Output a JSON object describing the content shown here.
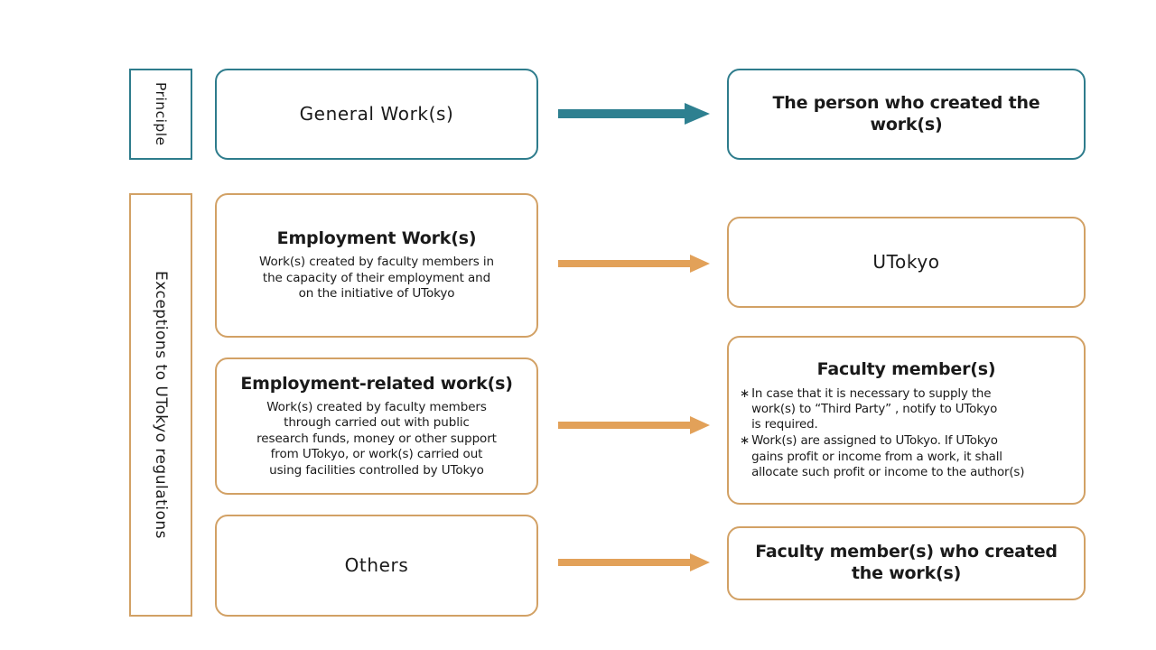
{
  "categories": [
    {
      "id": "principle",
      "label": "Principle",
      "color": "#2E7C8C"
    },
    {
      "id": "exceptions",
      "label": "Exceptions to UTokyo regulations",
      "color": "#D2A165"
    }
  ],
  "left_boxes": [
    {
      "id": "general",
      "title": "General Work(s)",
      "body": [],
      "color": "#2E7C8C"
    },
    {
      "id": "employment",
      "title": "Employment Work(s)",
      "body": [
        "Work(s) created by faculty members in",
        "the capacity of their employment and",
        "on the initiative of UTokyo"
      ],
      "color": "#D2A165"
    },
    {
      "id": "employment-related",
      "title": "Employment-related work(s)",
      "body": [
        "Work(s) created by faculty members",
        "through carried out with public",
        "research funds, money or other support",
        "from UTokyo, or work(s) carried out",
        "using facilities controlled by UTokyo"
      ],
      "color": "#D2A165"
    },
    {
      "id": "others",
      "title": "Others",
      "body": [],
      "color": "#D2A165"
    }
  ],
  "right_boxes": [
    {
      "id": "person",
      "title_lines": [
        "The person who",
        "created the work(s)"
      ],
      "color": "#2E7C8C"
    },
    {
      "id": "utokyo",
      "title_lines": [
        "UTokyo"
      ],
      "color": "#D2A165"
    },
    {
      "id": "faculty",
      "title_lines": [
        "Faculty member(s)"
      ],
      "color": "#D2A165",
      "notes": [
        {
          "marker": "∗",
          "lines": [
            "In case that it is necessary to supply the",
            "work(s) to “Third Party” , notify to UTokyo",
            "is required."
          ]
        },
        {
          "marker": "∗",
          "lines": [
            "Work(s) are assigned to UTokyo. If UTokyo",
            "gains profit or income from a work, it shall",
            "allocate such profit or income to the author(s)"
          ]
        }
      ]
    },
    {
      "id": "faculty-who",
      "title_lines": [
        "Faculty member(s) who",
        "created the work(s)"
      ],
      "color": "#D2A165"
    }
  ],
  "arrows": [
    {
      "id": "arrow-1",
      "color": "#2E8090",
      "direction": "right"
    },
    {
      "id": "arrow-2",
      "color": "#E2A159",
      "direction": "right"
    },
    {
      "id": "arrow-3",
      "color": "#E2A159",
      "direction": "right"
    },
    {
      "id": "arrow-4",
      "color": "#E2A159",
      "direction": "right"
    }
  ]
}
